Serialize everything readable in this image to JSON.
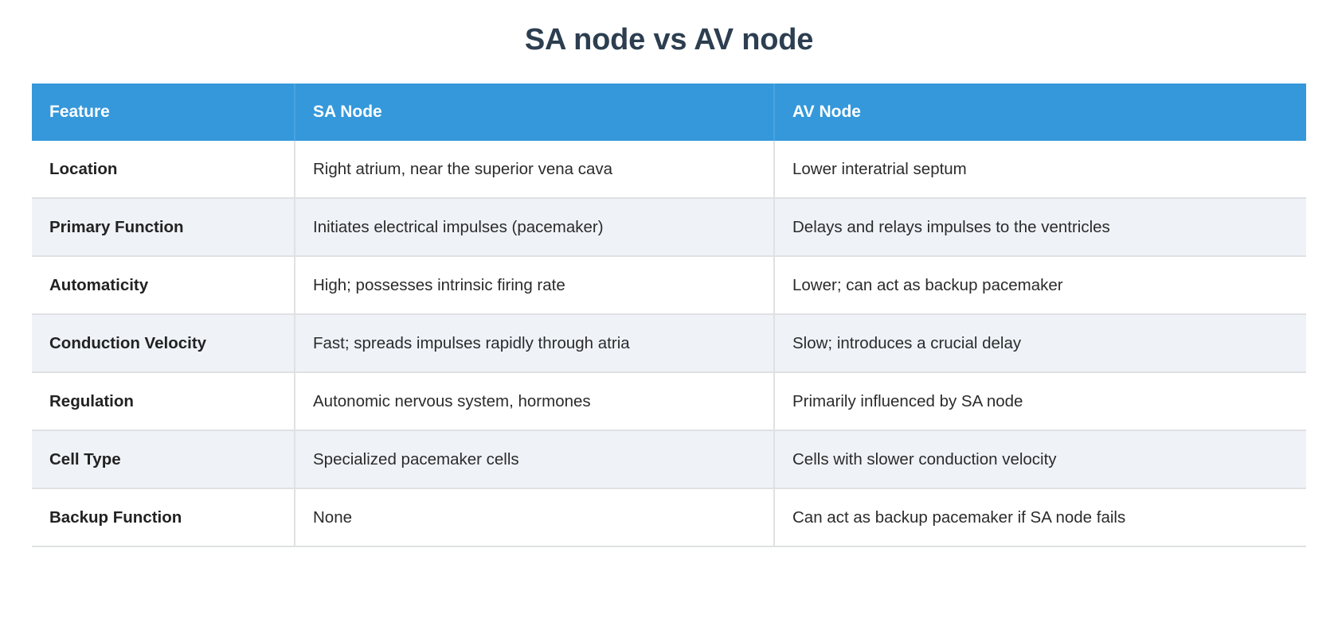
{
  "title": "SA node vs AV node",
  "colors": {
    "header_bg": "#3498db",
    "header_text": "#ffffff",
    "title_text": "#2c3e50",
    "stripe_bg": "#eff3f8",
    "row_bg": "#ffffff",
    "border": "#dfe1e3",
    "body_text": "#2b2b2b"
  },
  "table": {
    "columns": [
      "Feature",
      "SA Node",
      "AV Node"
    ],
    "rows": [
      {
        "feature": "Location",
        "sa_node": "Right atrium, near the superior vena cava",
        "av_node": "Lower interatrial septum"
      },
      {
        "feature": "Primary Function",
        "sa_node": "Initiates electrical impulses (pacemaker)",
        "av_node": "Delays and relays impulses to the ventricles"
      },
      {
        "feature": "Automaticity",
        "sa_node": "High; possesses intrinsic firing rate",
        "av_node": "Lower; can act as backup pacemaker"
      },
      {
        "feature": "Conduction Velocity",
        "sa_node": "Fast; spreads impulses rapidly through atria",
        "av_node": "Slow; introduces a crucial delay"
      },
      {
        "feature": "Regulation",
        "sa_node": "Autonomic nervous system, hormones",
        "av_node": "Primarily influenced by SA node"
      },
      {
        "feature": "Cell Type",
        "sa_node": "Specialized pacemaker cells",
        "av_node": "Cells with slower conduction velocity"
      },
      {
        "feature": "Backup Function",
        "sa_node": "None",
        "av_node": "Can act as backup pacemaker if SA node fails"
      }
    ]
  }
}
